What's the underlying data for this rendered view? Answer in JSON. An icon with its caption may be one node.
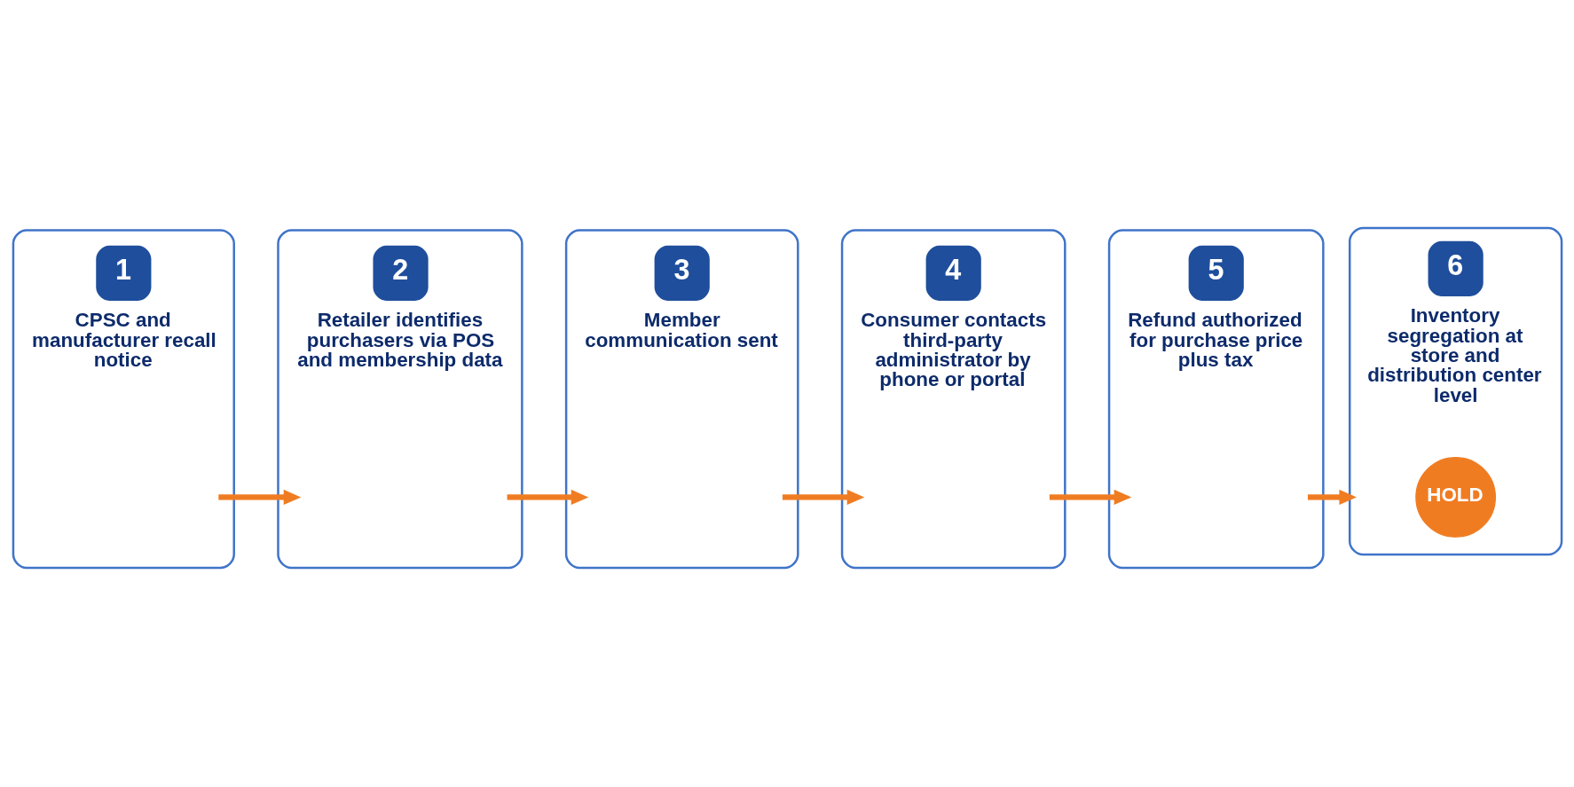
{
  "diagram": {
    "nodes": [
      {
        "text": [
          "1",
          "CPSC and manufacturer recall notice"
        ]
      },
      {
        "text": [
          "2",
          "Retailer identifies purchasers via POS and membership data"
        ]
      },
      {
        "text": [
          "3",
          "Member communication sent"
        ]
      },
      {
        "text": [
          "4",
          "Consumer contacts third-party administrator by phone or portal"
        ]
      },
      {
        "text": [
          "5",
          "Refund authorized for purchase price plus tax"
        ]
      },
      {
        "text": [
          "6",
          "Inventory segregation at store and distribution center level"
        ]
      },
      {
        "text": [
          "HOLD"
        ],
        "in": 5
      }
    ],
    "edges": [
      {
        "from": 0,
        "to": 1,
        "arrow": "to"
      },
      {
        "from": 1,
        "to": 2,
        "arrow": "to"
      },
      {
        "from": 2,
        "to": 3,
        "arrow": "to"
      },
      {
        "from": 3,
        "to": 4,
        "arrow": "to"
      },
      {
        "from": 4,
        "to": 5,
        "arrow": "to"
      }
    ]
  }
}
